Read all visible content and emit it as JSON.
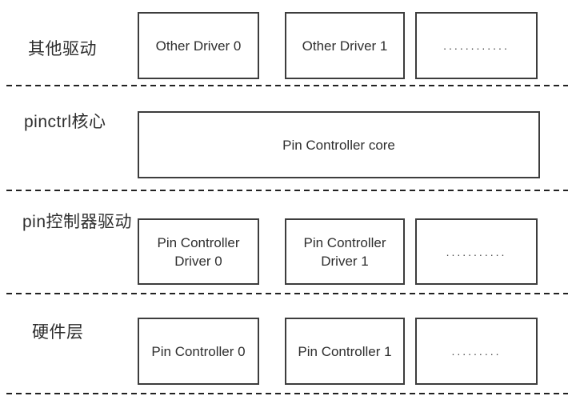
{
  "diagram": {
    "title_semantic": "pinctrl subsystem architecture",
    "colors": {
      "background": "#ffffff",
      "box_border": "#3d3d3d",
      "text": "#2e2e2e",
      "separator": "#222222"
    },
    "layers": [
      {
        "label": "其他驱动",
        "boxes": [
          "Other Driver 0",
          "Other Driver 1",
          "............"
        ]
      },
      {
        "label": "pinctrl核心",
        "boxes": [
          "Pin Controller core"
        ]
      },
      {
        "label": "pin控制器驱动",
        "boxes": [
          "Pin Controller Driver 0",
          "Pin Controller Driver 1",
          "..........."
        ]
      },
      {
        "label": "硬件层",
        "boxes": [
          "Pin Controller 0",
          "Pin Controller 1",
          "........."
        ]
      }
    ]
  }
}
